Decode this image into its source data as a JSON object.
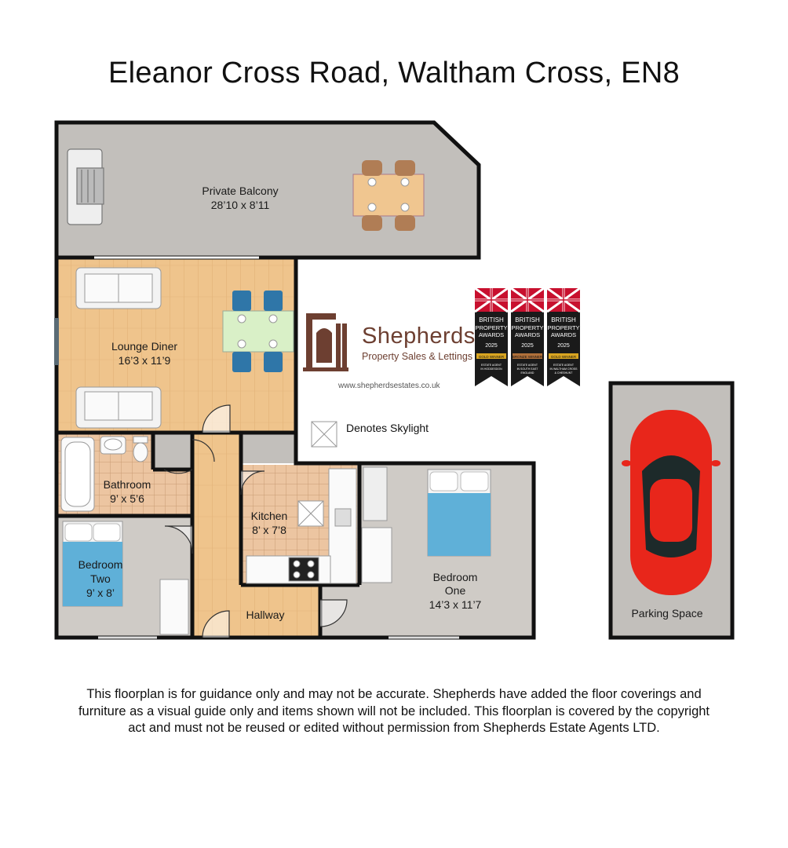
{
  "title": "Eleanor Cross Road, Waltham Cross, EN8",
  "rooms": {
    "balcony": {
      "name": "Private Balcony",
      "size": "28’10 x 8’11"
    },
    "lounge": {
      "name": "Lounge Diner",
      "size": "16’3 x 11’9"
    },
    "bathroom": {
      "name": "Bathroom",
      "size": "9’ x 5’6"
    },
    "kitchen": {
      "name": "Kitchen",
      "size": "8’ x 7’8"
    },
    "bedroom_two": {
      "line1": "Bedroom",
      "line2": "Two",
      "size": "9’ x 8’"
    },
    "bedroom_one": {
      "line1": "Bedroom",
      "line2": "One",
      "size": "14’3 x 11’7"
    },
    "hallway": {
      "name": "Hallway"
    },
    "parking": {
      "name": "Parking Space"
    }
  },
  "brand": {
    "name": "Shepherds",
    "tagline": "Property Sales & Lettings",
    "url": "www.shepherdsestates.co.uk"
  },
  "legend": {
    "skylight": "Denotes Skylight"
  },
  "awards": [
    {
      "line1": "BRITISH",
      "line2": "PROPERTY",
      "line3": "AWARDS",
      "year": "2025",
      "tier": "GOLD WINNER",
      "tier_color": "#d9a521",
      "sub1": "ESTATE AGENT",
      "sub2": "IN HODDESDON",
      "sub3": ""
    },
    {
      "line1": "BRITISH",
      "line2": "PROPERTY",
      "line3": "AWARDS",
      "year": "2025",
      "tier": "BRONZE WINNER",
      "tier_color": "#b0703a",
      "sub1": "ESTATE AGENT",
      "sub2": "IN SOUTH EAST",
      "sub3": "ENGLAND"
    },
    {
      "line1": "BRITISH",
      "line2": "PROPERTY",
      "line3": "AWARDS",
      "year": "2025",
      "tier": "GOLD WINNER",
      "tier_color": "#d9a521",
      "sub1": "ESTATE AGENT",
      "sub2": "IN WALTHAM CROSS",
      "sub3": "& CHESHUNT"
    }
  ],
  "disclaimer": "This floorplan is for guidance only and may not be accurate. Shepherds have added the floor coverings and furniture as a visual guide only and items shown will not be included. This floorplan is covered by the copyright act and must not be reused or edited without permission from Shepherds Estate Agents LTD.",
  "colors": {
    "wall": "#111111",
    "balcony_floor": "#c2bfbb",
    "wood_floor": "#efc48c",
    "carpet": "#cfcbc6",
    "tile": "#ecc5a1",
    "car": "#e8261b",
    "brand": "#6d3f31"
  }
}
